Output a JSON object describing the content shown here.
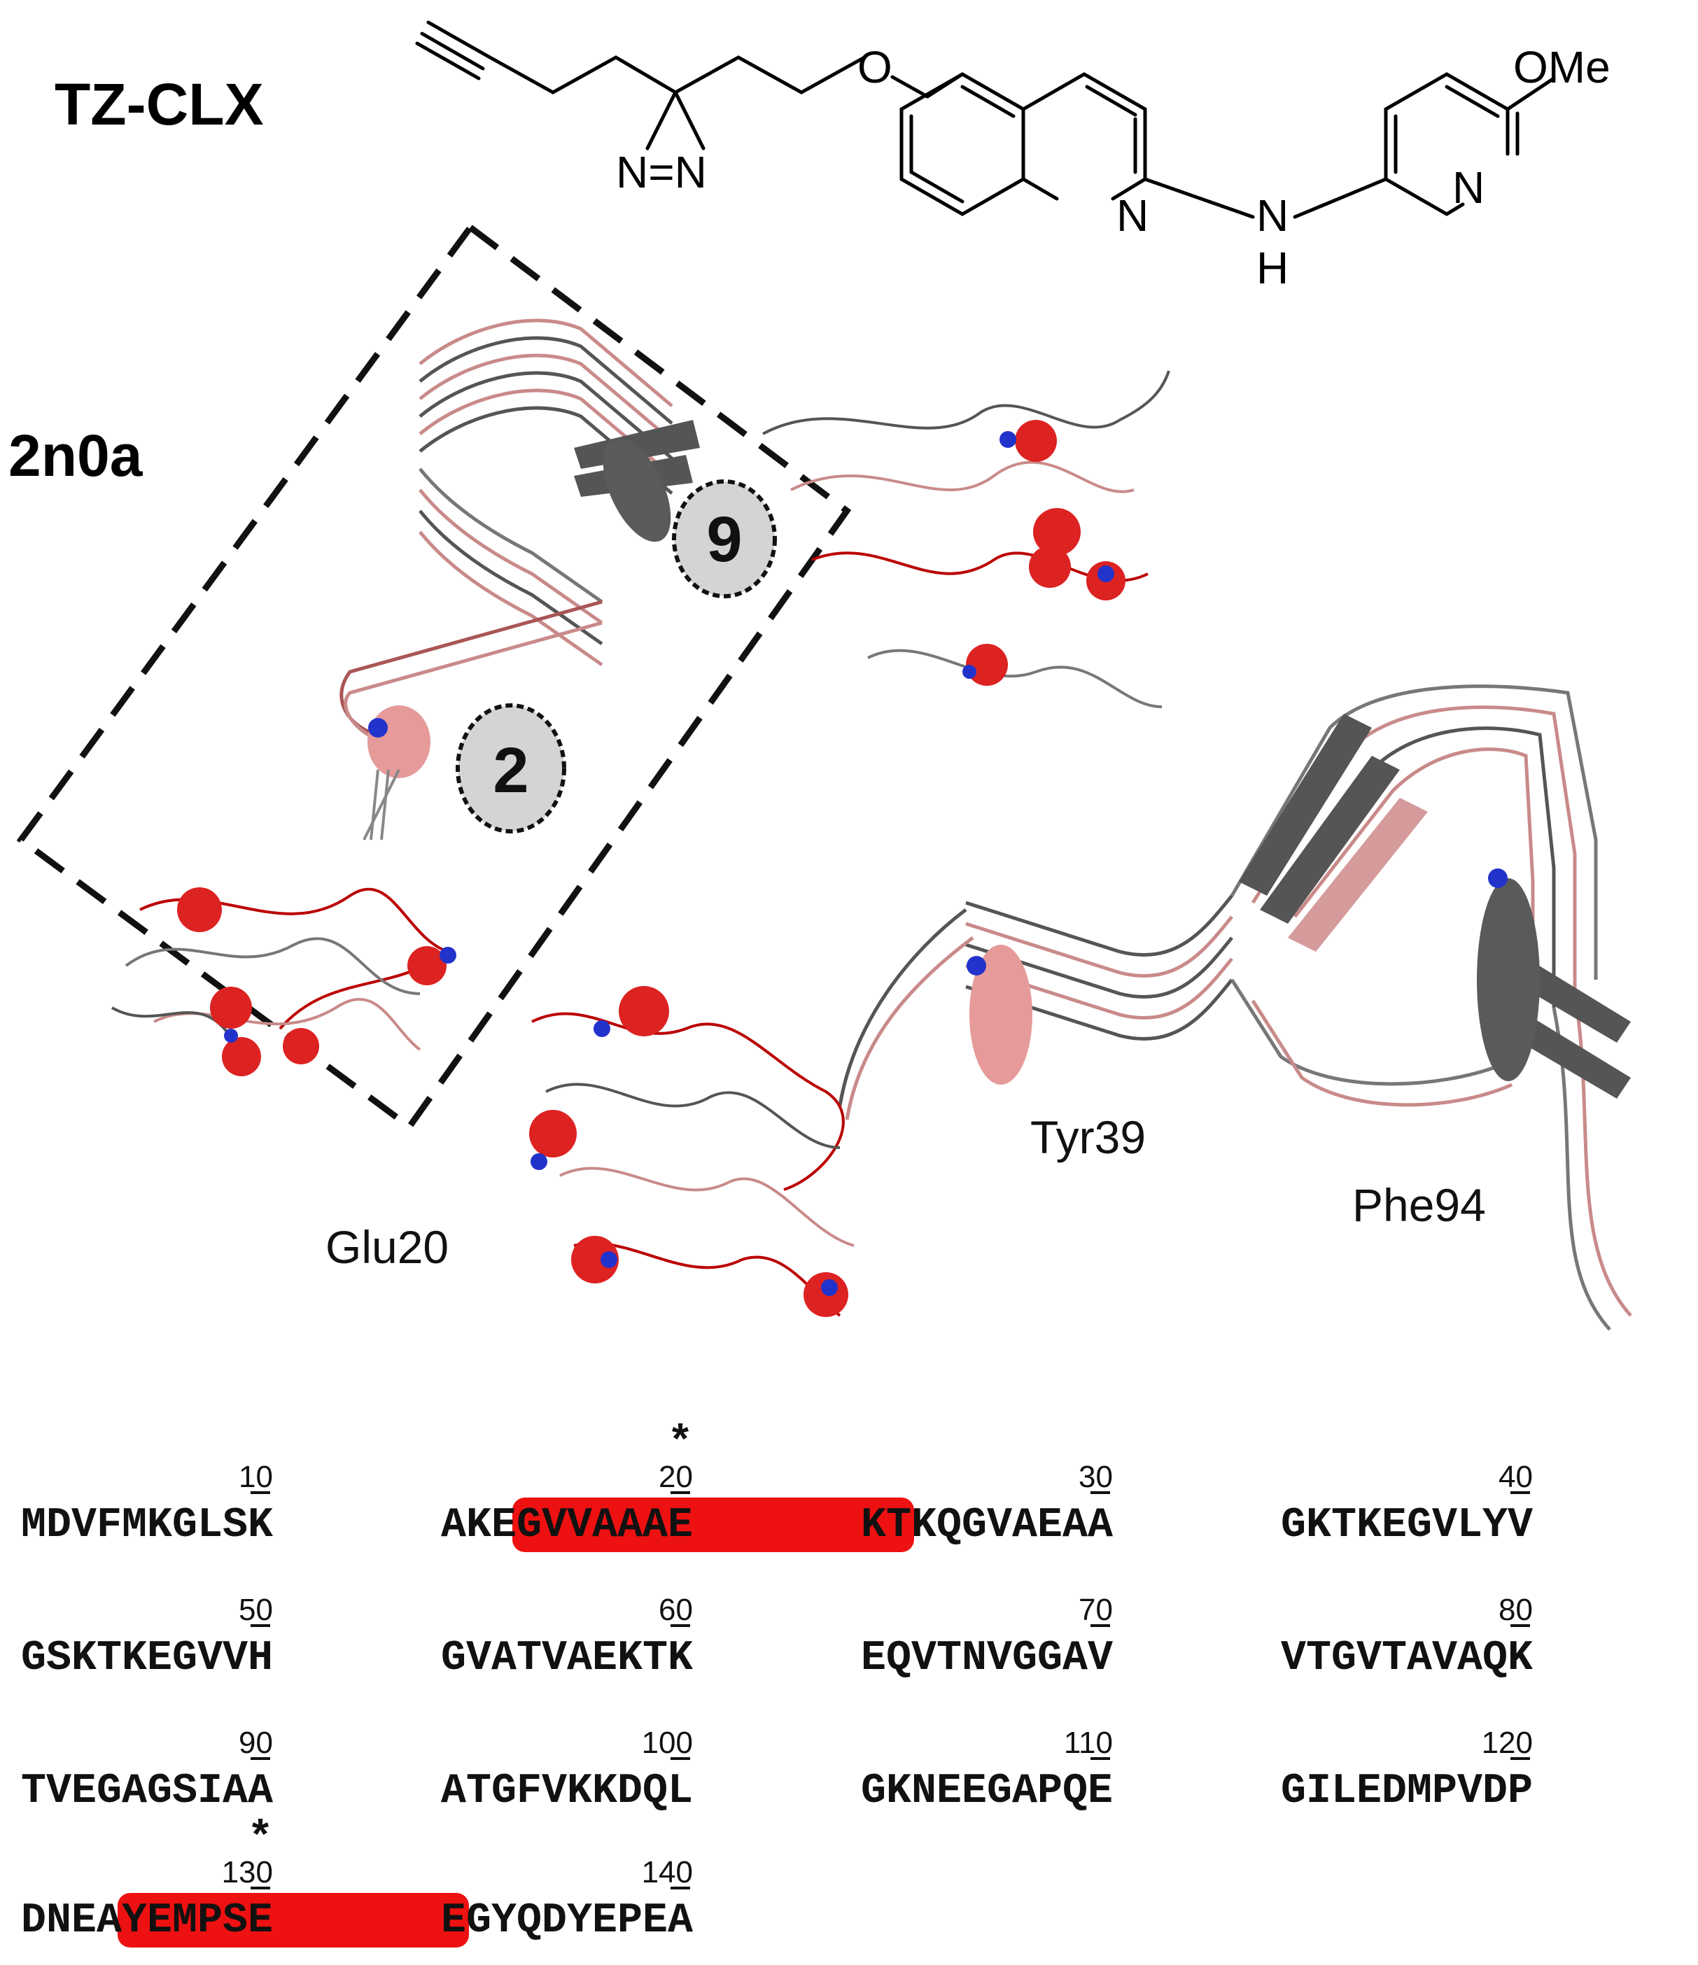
{
  "compound": {
    "name": "TZ-CLX",
    "atoms": {
      "o": "O",
      "n_pyr": "N",
      "ome": "OMe",
      "nh_n": "N",
      "nh_h": "H",
      "quin_n": "N",
      "diaz": "N=N"
    }
  },
  "structure": {
    "pdb": "2n0a",
    "region_labels": [
      "9",
      "2"
    ],
    "residues": [
      "Glu20",
      "Tyr39",
      "Phe94"
    ]
  },
  "sequence": {
    "rows": [
      {
        "blocks": [
          "MDVFMKGLSK",
          "AKEGVVAAAE",
          "KTKQGVAEAA",
          "GKTKEGVLYV"
        ],
        "numbers": [
          "10",
          "20",
          "30",
          "40"
        ]
      },
      {
        "blocks": [
          "GSKTKEGVVH",
          "GVATVAEKTK",
          "EQVTNVGGAV",
          "VTGVTAVAQK"
        ],
        "numbers": [
          "50",
          "60",
          "70",
          "80"
        ]
      },
      {
        "blocks": [
          "TVEGAGSIAA",
          "ATGFVKKDQL",
          "GKNEEGAPQE",
          "GILEDMPVDP"
        ],
        "numbers": [
          "90",
          "100",
          "110",
          "120"
        ]
      },
      {
        "blocks": [
          "DNEAYEMPSE",
          "EGYQDYEPEA"
        ],
        "numbers": [
          "130",
          "140"
        ]
      }
    ],
    "asterisk": "*",
    "highlight_color": "#ee1111"
  }
}
